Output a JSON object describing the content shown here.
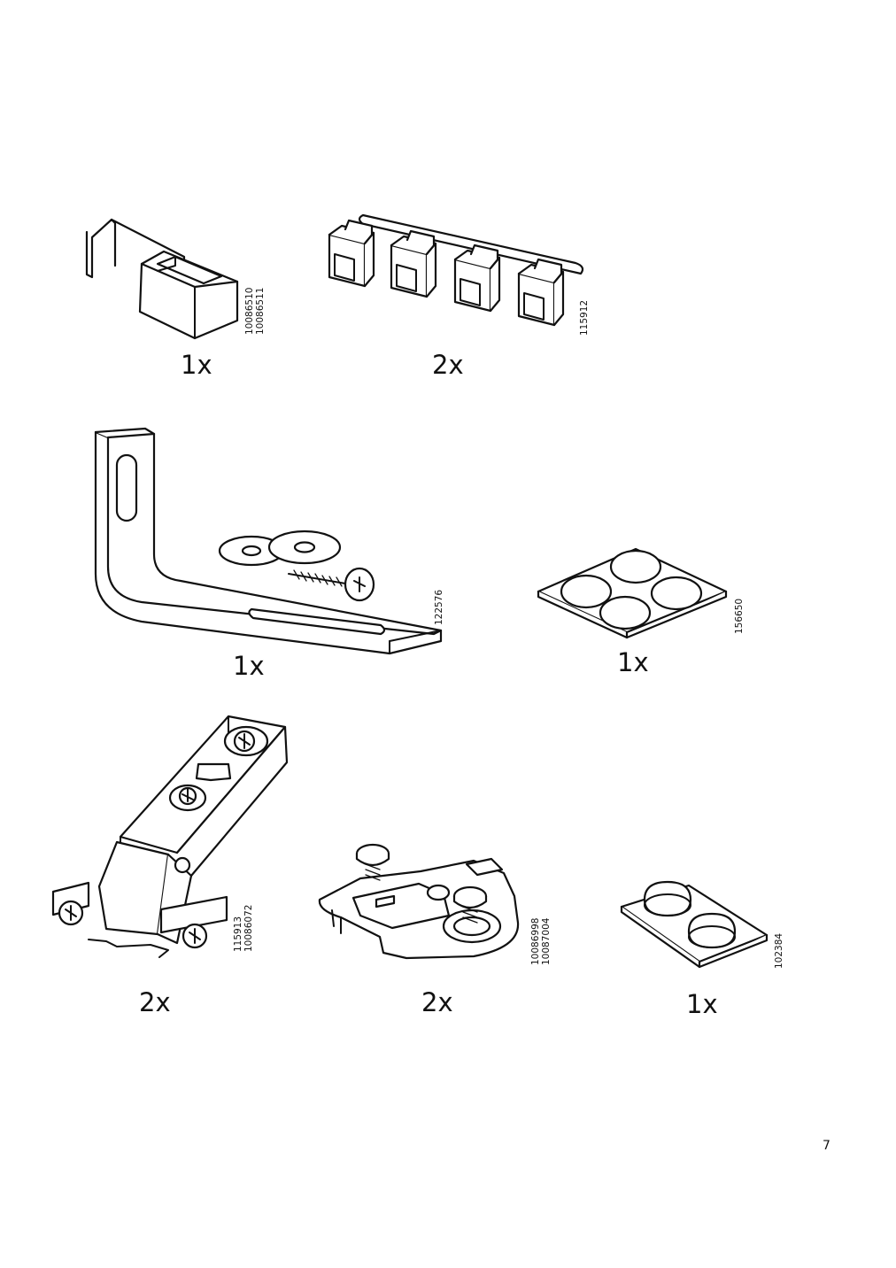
{
  "parts": [
    {
      "id": "hook-bracket",
      "quantity": "1x",
      "codes": [
        "10086510",
        "10086511"
      ]
    },
    {
      "id": "clip-strip",
      "quantity": "2x",
      "codes": [
        "115912"
      ]
    },
    {
      "id": "angle-bracket-set",
      "quantity": "1x",
      "codes": [
        "122576"
      ]
    },
    {
      "id": "felt-pads",
      "quantity": "1x",
      "codes": [
        "156650"
      ]
    },
    {
      "id": "hinge",
      "quantity": "2x",
      "codes": [
        "115913",
        "10086072"
      ]
    },
    {
      "id": "mounting-plate",
      "quantity": "2x",
      "codes": [
        "10086998",
        "10087004"
      ]
    },
    {
      "id": "bumper-pads",
      "quantity": "1x",
      "codes": [
        "102384"
      ]
    }
  ],
  "page_number": "7"
}
